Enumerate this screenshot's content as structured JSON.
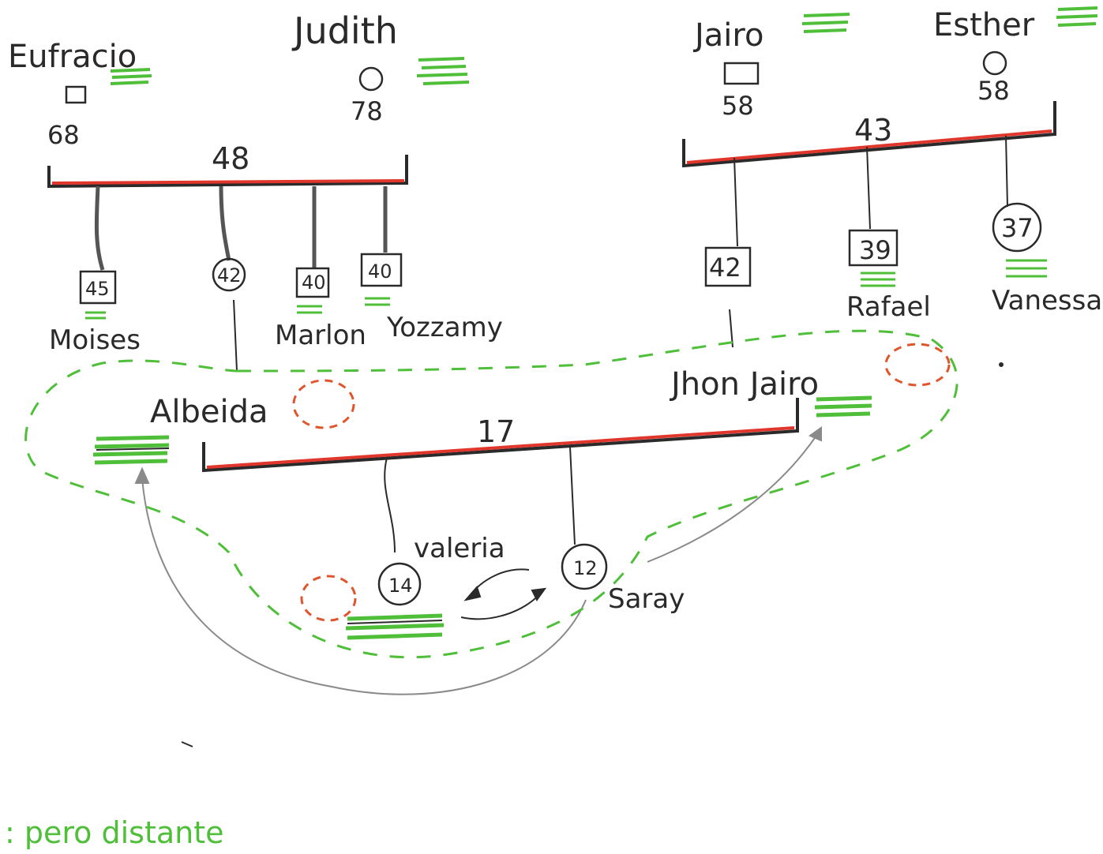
{
  "people": {
    "eufracio": {
      "name": "Eufracio",
      "age": "68"
    },
    "judith": {
      "name": "Judith",
      "age": "78"
    },
    "jairo": {
      "name": "Jairo",
      "age": "58"
    },
    "esther": {
      "name": "Esther",
      "age": "58"
    },
    "moises": {
      "name": "Moises",
      "age": "45"
    },
    "albeida": {
      "name": "Albeida",
      "age": "42"
    },
    "marlon": {
      "name": "Marlon",
      "age": "40"
    },
    "yozzamy": {
      "name": "Yozzamy",
      "age": "40"
    },
    "jhon_jairo": {
      "name": "Jhon Jairo",
      "age": "42"
    },
    "rafael": {
      "name": "Rafael",
      "age": "39"
    },
    "vanessa": {
      "name": "Vanessa",
      "age": "37"
    },
    "valeria": {
      "name": "valeria",
      "age": "14"
    },
    "saray": {
      "name": "Saray",
      "age": "12"
    }
  },
  "unions": {
    "eufracio_judith": "48",
    "jairo_esther": "43",
    "albeida_jhon": "17"
  },
  "legend": {
    "distant_note": ": pero distante"
  },
  "colors": {
    "pencil": "#2a2a2a",
    "union_red": "#e0362c",
    "relation_green": "#4fbf3a",
    "conflict_orange": "#e0552c",
    "arrow_gray": "#8a8a8a"
  }
}
